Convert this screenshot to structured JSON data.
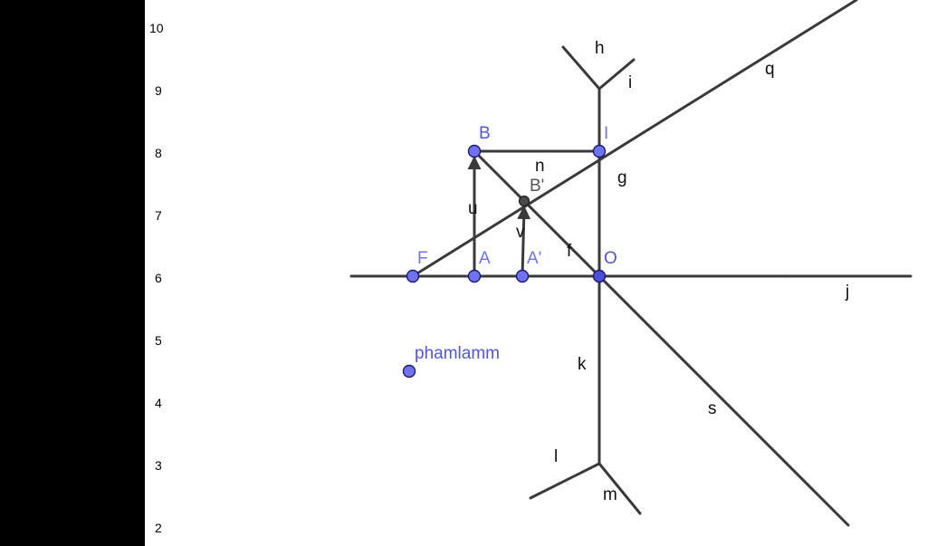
{
  "y_ticks": [
    "10",
    "9",
    "8",
    "7",
    "6",
    "5",
    "4",
    "3",
    "2"
  ],
  "colors": {
    "point": "#6f73f0",
    "point_dark": "#4a4a4a",
    "line": "#3a3a3a",
    "text_blue": "#5056dd"
  },
  "points": {
    "F": "F",
    "A": "A",
    "A_prime": "A'",
    "O": "O",
    "B": "B",
    "B_prime": "B'",
    "I": "I",
    "phamlamm": "phamlamm"
  },
  "lines": {
    "h": "h",
    "i": "i",
    "q": "q",
    "n": "n",
    "g": "g",
    "u": "u",
    "v": "v",
    "f": "f",
    "j": "j",
    "k": "k",
    "s": "s",
    "l": "l",
    "m": "m"
  }
}
